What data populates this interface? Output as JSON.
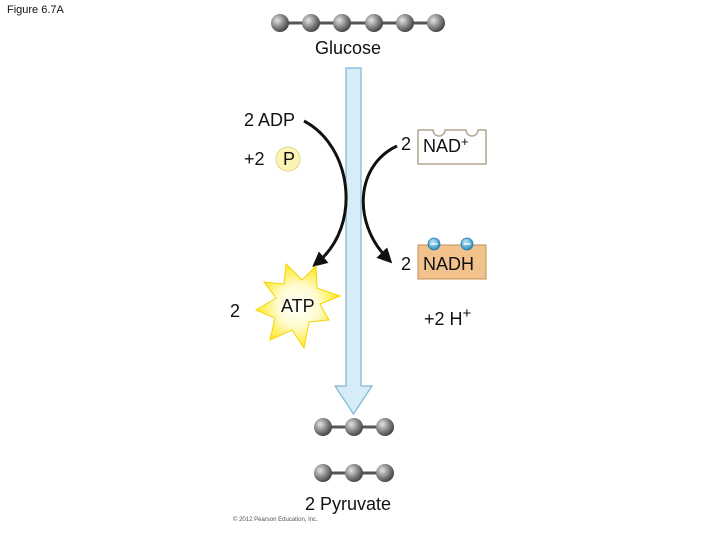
{
  "figure_label": "Figure 6.7A",
  "glucose": {
    "label": "Glucose",
    "carbon_count": 6
  },
  "inputs": {
    "adp": "2 ADP",
    "phosphate_plus": "+2",
    "phosphate_letter": "P",
    "nad_count": "2",
    "nad_label": "NAD",
    "nad_charge": "+"
  },
  "outputs": {
    "nadh_count": "2",
    "nadh_label": "NADH",
    "atp_count": "2",
    "atp_label": "ATP",
    "h_plus": "+2",
    "h_label": "H",
    "h_charge": "+"
  },
  "pyruvate": {
    "label": "2 Pyruvate",
    "molecule_count": 2,
    "carbons_each": 3
  },
  "copyright": "© 2012 Pearson Education, Inc.",
  "colors": {
    "carbon_ball": "#8c8c8c",
    "main_arrow_fill": "#d6ecf6",
    "main_arrow_stroke": "#7fb6d3",
    "phosphate_fill": "#fbf4b5",
    "atp_burst": "#ffe600",
    "nadh_box": "#f2c28c",
    "electron": "#3fa7d9"
  }
}
